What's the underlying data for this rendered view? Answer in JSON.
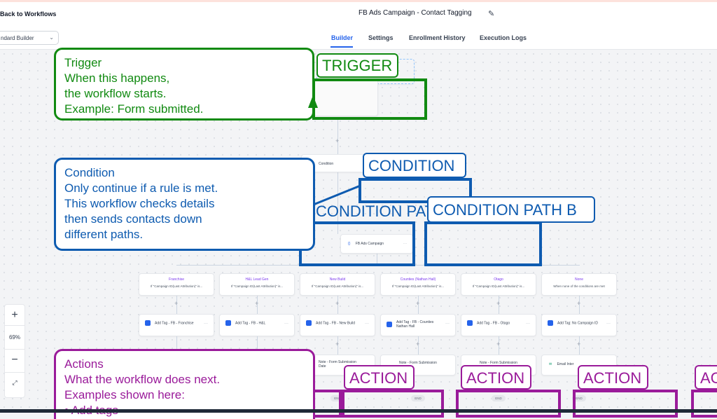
{
  "header": {
    "back_label": "Back to Workflows",
    "title": "FB Ads Campaign - Contact Tagging",
    "builder_select": "ndard Builder"
  },
  "tabs": [
    {
      "label": "Builder",
      "active": true
    },
    {
      "label": "Settings"
    },
    {
      "label": "Enrollment History"
    },
    {
      "label": "Execution Logs"
    }
  ],
  "canvas": {
    "condition_node_label": "Condition",
    "campaign_node_label": "FB Ads Campaign",
    "branches": [
      {
        "name": "Franchise",
        "desc": "If \"Campaign ID(Last Attribution)\" is...",
        "action": "Add Tag - FB - Franchise"
      },
      {
        "name": "H&L Lead Gen",
        "desc": "If \"Campaign ID(Last Attribution)\" is...",
        "action": "Add Tag - FB - H&L"
      },
      {
        "name": "New Build",
        "desc": "If \"Campaign ID(Last Attribution)\" is...",
        "action": "Add Tag - FB - New Build"
      },
      {
        "name": "Counties (Nathan Hall)",
        "desc": "If \"Campaign ID(Last Attribution)\" is...",
        "action": "Add Tag - FB - Counties Nathan Hall"
      },
      {
        "name": "Otago",
        "desc": "If \"Campaign ID(Last Attribution)\" is...",
        "action": "Add Tag - FB - Otago"
      },
      {
        "name": "None",
        "desc": "When none of the conditions are met",
        "action": "Add Tag: No Campaign ID"
      }
    ],
    "notes": [
      "Note - Form Submission Date",
      "Note - Form Submission",
      "Note - Form Submission",
      "Email Inter"
    ],
    "end_label": "END",
    "zoom_level": "69%"
  },
  "annotations": {
    "trigger_callout": [
      "Trigger",
      "When this happens,",
      "the workflow starts.",
      "Example: Form submitted."
    ],
    "trigger_label": "TRIGGER",
    "condition_callout": [
      "Condition",
      "Only continue if a rule is met.",
      "This workflow checks details",
      "then sends contacts down",
      "different paths."
    ],
    "condition_label": "CONDITION",
    "condition_path_a": "CONDITION PATH A",
    "condition_path_b": "CONDITION PATH B",
    "actions_callout": [
      "Actions",
      "What the workflow does next.",
      "Examples shown here:",
      "• Add tags"
    ],
    "action_label": "ACTION",
    "action_label_cut": "AC"
  },
  "colors": {
    "trigger": "#118a11",
    "condition": "#0e5bb0",
    "action": "#9a1b9a",
    "accent": "#2563eb"
  }
}
